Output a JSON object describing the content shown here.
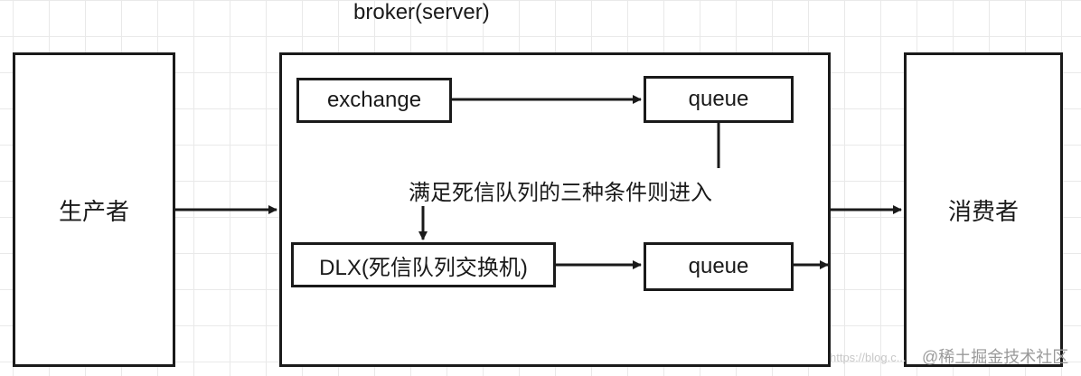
{
  "broker_title": "broker(server)",
  "producer": {
    "label": "生产者"
  },
  "consumer": {
    "label": "消费者"
  },
  "exchange": {
    "label": "exchange"
  },
  "queue_top": {
    "label": "queue"
  },
  "dlx": {
    "label": "DLX(死信队列交换机)"
  },
  "queue_bottom": {
    "label": "queue"
  },
  "condition_text": "满足死信队列的三种条件则进入",
  "watermark": {
    "url_text": "https://blog.c...",
    "site_text": "@稀土掘金技术社区"
  }
}
